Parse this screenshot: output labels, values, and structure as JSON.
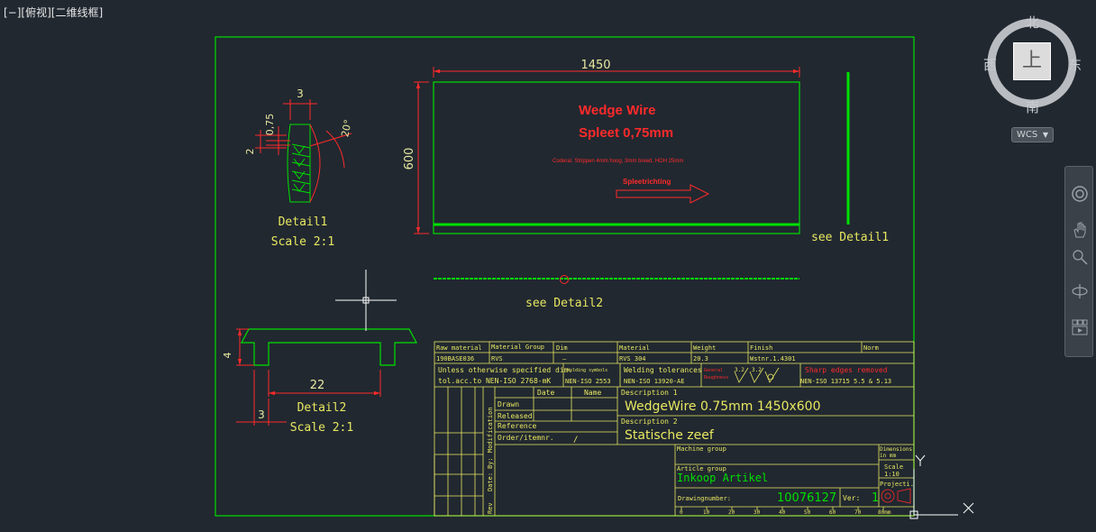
{
  "viewport_label": "[−][俯视][二维线框]",
  "viewcube": {
    "north": "北",
    "south": "南",
    "east": "东",
    "west": "西",
    "top": "上",
    "wcs": "WCS"
  },
  "plate": {
    "width_dim": "1450",
    "height_dim": "600",
    "title1": "Wedge Wire",
    "title2": "Spleet 0,75mm",
    "note": "Coderal. Strippen 4mm hoog, 3mm breed, HOH 25mm",
    "arrow_label": "Spleetrichting",
    "see_detail1": "see Detail1",
    "see_detail2": "see Detail2"
  },
  "detail1": {
    "dim_3": "3",
    "dim_075": "0,75",
    "dim_2": "2",
    "angle": "20°",
    "title": "Detail1",
    "scale": "Scale 2:1"
  },
  "detail2": {
    "dim_4": "4",
    "dim_22": "22",
    "dim_3": "3",
    "title": "Detail2",
    "scale": "Scale 2:1"
  },
  "title_block": {
    "raw_material_h": "Raw material",
    "material_group_h": "Material Group",
    "dim_h": "Dim",
    "material_h": "Material",
    "weight_h": "Weight",
    "finish_h": "Finish",
    "norm_h": "Norm",
    "raw_material_v": "190BASE036",
    "material_group_v": "RVS",
    "dim_v": "—",
    "material_v": "RVS 304",
    "weight_v": "20.3",
    "finish_v": "Wstnr.1.4301",
    "tol1": "Unless otherwise specified dim.",
    "tol2": "tol.acc.to NEN-ISO 2768-mK",
    "weld_sym_h": "Welding symbols",
    "weld_sym_v": "NEN-ISO 2553",
    "weld_tol_h": "Welding tolerances",
    "weld_tol_v": "NEN-ISO 13920-AE",
    "gen_rough": "General",
    "roughness": "Roughness",
    "r1": "3.2",
    "r2": "3.2",
    "sharp_h": "Sharp edges removed",
    "sharp_v": "NEN-ISO 13715 5.5 & 5.13",
    "date_h": "Date",
    "name_h": "Name",
    "drawn": "Drawn",
    "released": "Released",
    "reference": "Reference",
    "order": "Order/itemnr.",
    "slash": "/",
    "modification": "Modification",
    "by": "By:",
    "date_v": "Date:",
    "rev": "Rev",
    "desc1_h": "Description 1",
    "desc1_v": "WedgeWire 0.75mm 1450x600",
    "desc2_h": "Description 2",
    "desc2_v": "Statische zeef",
    "machine_group_h": "Machine group",
    "dimensions_h": "Dimensions",
    "in_mm": "in mm",
    "article_group_h": "Article group",
    "article_group_v": "Inkoop Artikel",
    "scale_h": "Scale",
    "scale_v": "1:10",
    "projection_h": "Projecti.",
    "drawing_number_h": "Drawingnumber:",
    "drawing_number_v": "10076127",
    "ver_h": "Ver:",
    "ver_v": "1",
    "ruler": [
      "0",
      "10",
      "20",
      "30",
      "40",
      "50",
      "60",
      "70",
      "80mm"
    ]
  },
  "ucs": {
    "x": "X",
    "y": "Y"
  }
}
